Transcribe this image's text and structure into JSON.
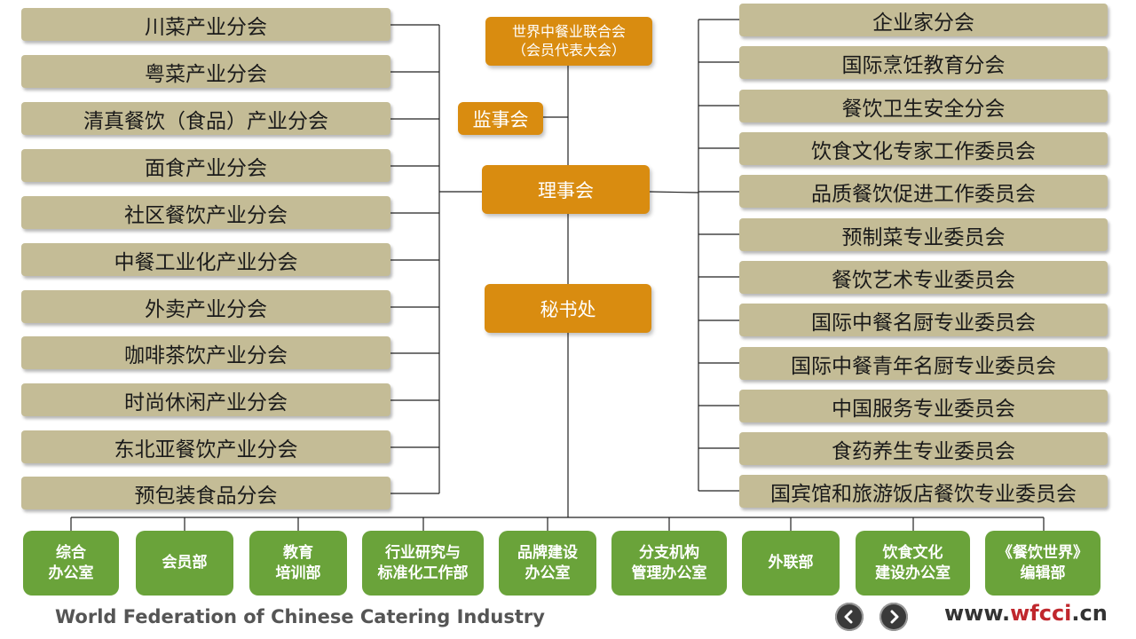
{
  "top": {
    "assembly_line1": "世界中餐业联合会",
    "assembly_line2": "（会员代表大会）",
    "supervisors": "监事会",
    "council": "理事会",
    "secretariat": "秘书处"
  },
  "left_branches": [
    "川菜产业分会",
    "粤菜产业分会",
    "清真餐饮（食品）产业分会",
    "面食产业分会",
    "社区餐饮产业分会",
    "中餐工业化产业分会",
    "外卖产业分会",
    "咖啡茶饮产业分会",
    "时尚休闲产业分会",
    "东北亚餐饮产业分会",
    "预包装食品分会"
  ],
  "right_branches": [
    "企业家分会",
    "国际烹饪教育分会",
    "餐饮卫生安全分会",
    "饮食文化专家工作委员会",
    "品质餐饮促进工作委员会",
    "预制菜专业委员会",
    "餐饮艺术专业委员会",
    "国际中餐名厨专业委员会",
    "国际中餐青年名厨专业委员会",
    "中国服务专业委员会",
    "食药养生专业委员会",
    "国宾馆和旅游饭店餐饮专业委员会"
  ],
  "departments": [
    {
      "line1": "综合",
      "line2": "办公室"
    },
    {
      "line1": "会员部",
      "line2": ""
    },
    {
      "line1": "教育",
      "line2": "培训部"
    },
    {
      "line1": "行业研究与",
      "line2": "标准化工作部"
    },
    {
      "line1": "品牌建设",
      "line2": "办公室"
    },
    {
      "line1": "分支机构",
      "line2": "管理办公室"
    },
    {
      "line1": "外联部",
      "line2": ""
    },
    {
      "line1": "饮食文化",
      "line2": "建设办公室"
    },
    {
      "line1": "《餐饮世界》",
      "line2": "编辑部"
    }
  ],
  "footer": {
    "org_name": "World Federation of Chinese Catering Industry",
    "site_prefix": "www.",
    "site_accent": "wfcci",
    "site_suffix": ".cn",
    "prev_icon": "chevron-left-icon",
    "next_icon": "chevron-right-icon"
  },
  "colors": {
    "branch_box": "#c4bc96",
    "core_box": "#d98c10",
    "department_box": "#6aa33a",
    "site_accent": "#c0272d"
  }
}
